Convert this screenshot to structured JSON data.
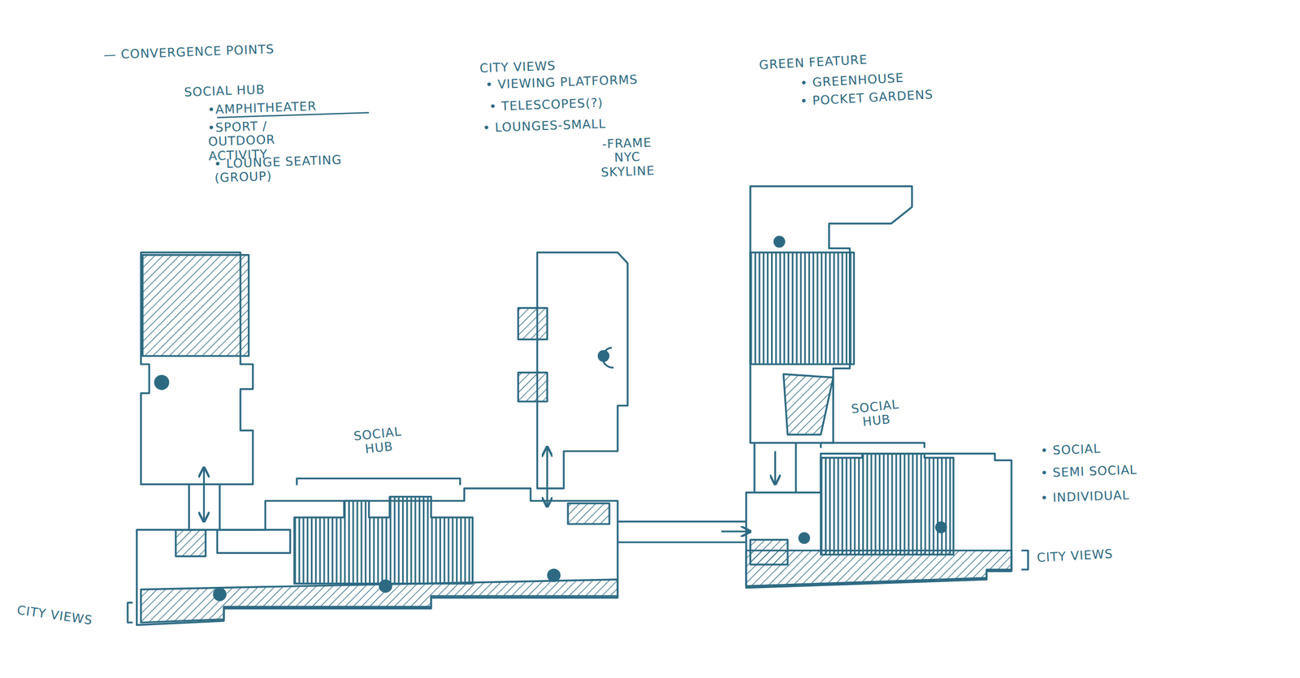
{
  "diagram": {
    "labels": [
      "— CONVERGENCE POINTS",
      "SOCIAL HUB",
      "•AMPHITHEATER",
      "•SPORT / OUTDOOR ACTIVITY",
      "• LOUNGE SEATING (GROUP)",
      "CITY VIEWS",
      "• VIEWING PLATFORMS",
      "• TELESCOPES(?)",
      "• LOUNGES-SMALL",
      "-FRAME NYC SKYLINE",
      "GREEN FEATURE",
      "• GREENHOUSE",
      "• POCKET GARDENS",
      "SOCIAL HUB",
      "SOCIAL HUB",
      "• SOCIAL",
      "• SEMI SOCIAL",
      "• INDIVIDUAL",
      "CITY VIEWS",
      "CITY VIEWS"
    ]
  }
}
